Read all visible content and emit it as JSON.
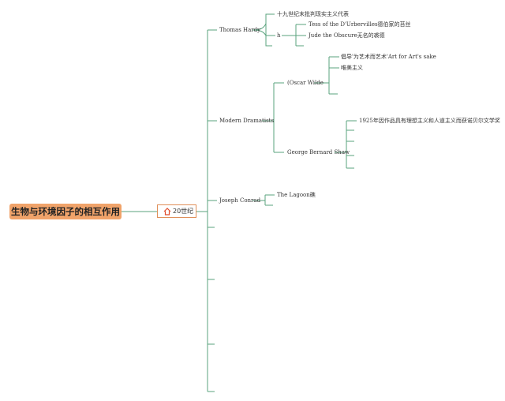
{
  "root": {
    "title": "生物与环境因子的相互作用"
  },
  "hub": {
    "label": "20世纪",
    "icon": "home-icon"
  },
  "branches": {
    "hardy": {
      "label": "Thomas Hardy",
      "items": {
        "critical_realism": "十九世纪末批判现实主义代表",
        "h": "h",
        "tess": "Tess of the D'Urbervilles德伯家的苔丝",
        "jude": "Jude the Obscure无名的裘德"
      }
    },
    "dramatists": {
      "label": "Modern Dramatists",
      "wilde": {
        "label": "(Oscar Wilde",
        "items": {
          "art_for_art": "倡导'为艺术而艺术'Art for Art's sake",
          "aestheticism": "唯美主义"
        }
      },
      "shaw": {
        "label": "George Bernard Shaw",
        "items": {
          "nobel": "1925年因作品具有理想主义和人道主义而获诺贝尔文学奖"
        }
      }
    },
    "conrad": {
      "label": "Joseph Conrad",
      "items": {
        "lagoon": "The Lagoon礁"
      }
    }
  },
  "colors": {
    "line": "#5aa37e",
    "root_fill": "#f0a36a",
    "hub_border": "#e0905a",
    "home_icon": "#e04a2a"
  }
}
